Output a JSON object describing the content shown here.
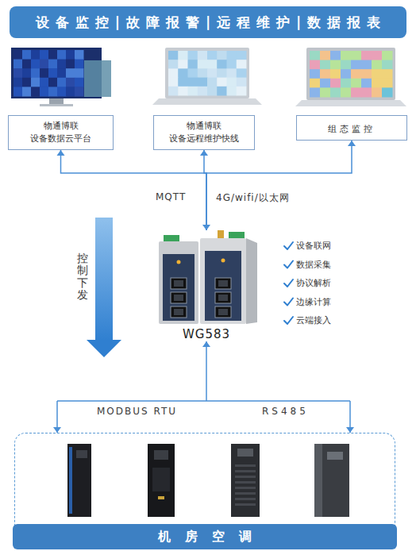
{
  "diagram": {
    "nodes": [
      {
        "text": [
          "设备监控|故障报警|远程维护|数据报表"
        ]
      },
      {
        "text": [
          "物通博联 设备数据云平台"
        ]
      },
      {
        "text": [
          "物通博联 设备远程维护快线"
        ]
      },
      {
        "text": [
          "组态监控"
        ]
      },
      {
        "text": [
          "WG583"
        ]
      },
      {
        "text": [
          "机房空调"
        ]
      }
    ],
    "edges": [
      {
        "from": 4,
        "to": 1,
        "arrow": "to"
      },
      {
        "from": 4,
        "to": 2,
        "arrow": "both"
      },
      {
        "from": 4,
        "to": 3,
        "arrow": "to"
      },
      {
        "from": 4,
        "to": 5,
        "arrow": "both"
      }
    ],
    "labels": [
      "MQTT",
      "4G/wifi/以太网",
      "控制下发",
      "设备联网",
      "数据采集",
      "协议解析",
      "边缘计算",
      "云端接入",
      "MODBUS RTU",
      "RS485"
    ]
  }
}
